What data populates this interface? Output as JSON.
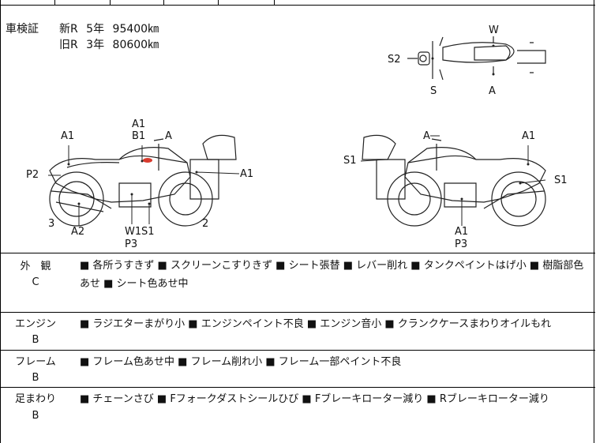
{
  "inspection": {
    "label": "車検証",
    "new_line": "新R 5年 95400㎞",
    "old_line": "旧R 3年 80600㎞"
  },
  "diagram_labels": {
    "top_w": "W",
    "top_s2": "S2",
    "top_s": "S",
    "top_a": "A",
    "left_a1_top": "A1",
    "left_b1": "B1",
    "left_a": "A",
    "left_a1_left": "A1",
    "left_p2": "P2",
    "left_a1_right": "A1",
    "left_3": "3",
    "left_a2": "A2",
    "left_w1": "W1",
    "left_s1": "S1",
    "left_p3": "P3",
    "left_2": "2",
    "right_a": "A",
    "right_a1": "A1",
    "right_s1_left": "S1",
    "right_s1_right": "S1",
    "right_a1_bottom": "A1",
    "right_p3": "P3"
  },
  "condition_rows": [
    {
      "category": "外　観",
      "grade": "C",
      "notes": "■ 各所うすきず ■ スクリーンこすりきず ■ シート張替 ■ レバー削れ ■ タンクペイントはげ小 ■ 樹脂部色あせ ■ シート色あせ中"
    },
    {
      "category": "エンジン",
      "grade": "B",
      "notes": "■ ラジエターまがり小 ■ エンジンペイント不良 ■ エンジン音小 ■ クランクケースまわりオイルもれ"
    },
    {
      "category": "フレーム",
      "grade": "B",
      "notes": "■ フレーム色あせ中 ■ フレーム削れ小 ■ フレーム一部ペイント不良"
    },
    {
      "category": "足まわり",
      "grade": "B",
      "notes": "■ チェーンさび ■ Fフォークダストシールひび ■ Fブレーキローター減り ■ Rブレーキローター減り"
    }
  ]
}
